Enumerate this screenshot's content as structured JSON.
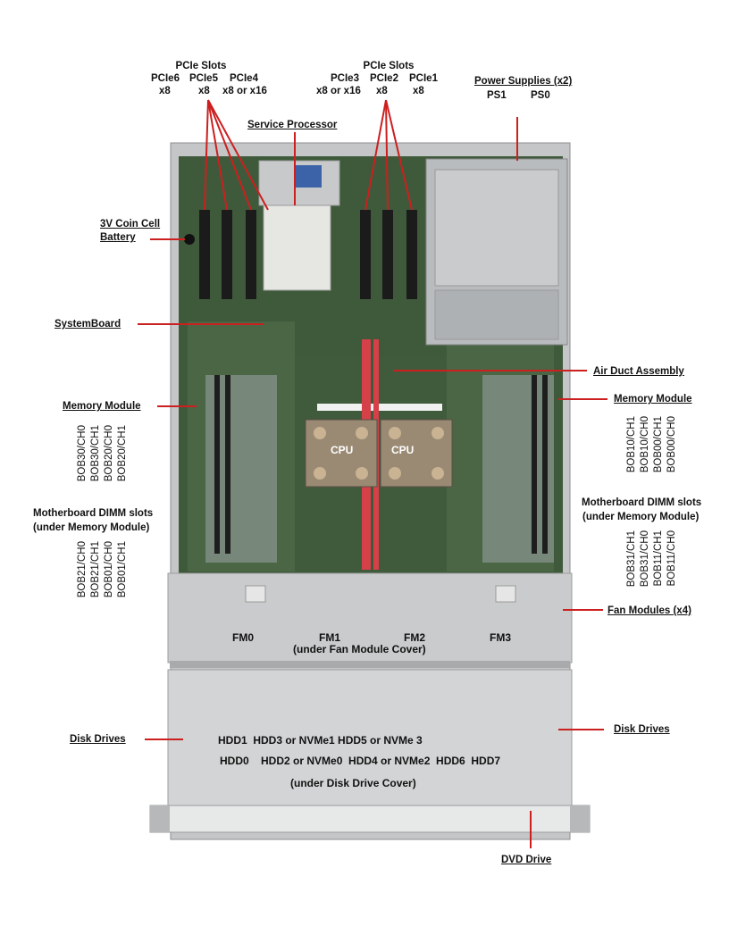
{
  "pcie_left": {
    "title": "PCIe Slots",
    "slots": [
      "PCIe6",
      "PCIe5",
      "PCIe4"
    ],
    "widths": [
      "x8",
      "x8",
      "x8 or x16"
    ]
  },
  "pcie_right": {
    "title": "PCIe Slots",
    "slots": [
      "PCIe3",
      "PCIe2",
      "PCIe1"
    ],
    "widths": [
      "x8 or x16",
      "x8",
      "x8"
    ]
  },
  "power_supplies": {
    "title": "Power Supplies (x2)",
    "ps1": "PS1",
    "ps0": "PS0"
  },
  "service_processor": "Service Processor",
  "coin_cell": {
    "line1": "3V Coin Cell",
    "line2": "Battery"
  },
  "system_board": "SystemBoard",
  "air_duct": "Air Duct Assembly",
  "memory_left": {
    "title": "Memory Module",
    "upper": [
      "BOB30/CH0",
      "BOB30/CH1",
      "BOB20/CH0",
      "BOB20/CH1"
    ],
    "dimm_line1": "Motherboard DIMM slots",
    "dimm_line2": "(under Memory Module)",
    "lower": [
      "BOB21/CH0",
      "BOB21/CH1",
      "BOB01/CH0",
      "BOB01/CH1"
    ]
  },
  "memory_right": {
    "title": "Memory Module",
    "upper": [
      "BOB10/CH1",
      "BOB10/CH0",
      "BOB00/CH1",
      "BOB00/CH0"
    ],
    "dimm_line1": "Motherboard DIMM slots",
    "dimm_line2": "(under Memory Module)",
    "lower": [
      "BOB31/CH1",
      "BOB31/CH0",
      "BOB11/CH1",
      "BOB11/CH0"
    ]
  },
  "cpu": [
    "CPU",
    "CPU"
  ],
  "fans": {
    "title": "Fan Modules (x4)",
    "fm0": "FM0",
    "fm1": "FM1",
    "fm2": "FM2",
    "fm3": "FM3",
    "cover": "(under Fan Module Cover)"
  },
  "disks": {
    "left_title": "Disk Drives",
    "right_title": "Disk Drives",
    "row1": "HDD1  HDD3 or NVMe1 HDD5 or NVMe 3",
    "row2": "HDD0    HDD2 or NVMe0  HDD4 or NVMe2  HDD6  HDD7",
    "cover": "(under Disk Drive Cover)"
  },
  "dvd": "DVD Drive",
  "colors": {
    "callout": "#cc1f1f",
    "board": "#3e5a3a",
    "chassis": "#c8cacb"
  }
}
